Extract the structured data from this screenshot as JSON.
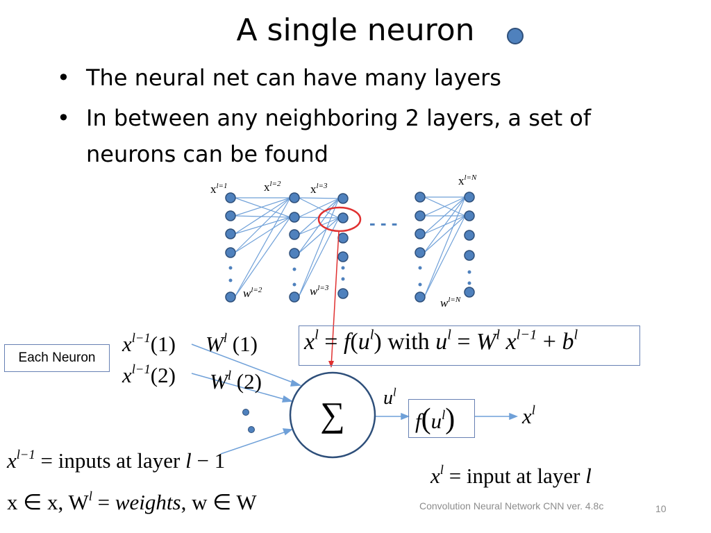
{
  "title": "A single neuron",
  "bullets": [
    "The neural net can have many layers",
    "In between any neighboring 2 layers, a set of neurons can be found"
  ],
  "network": {
    "layer_labels": {
      "l1": "x",
      "l1_sup": "l=1",
      "l2": "x",
      "l2_sup": "l=2",
      "l3": "x",
      "l3_sup": "l=3",
      "lN": "x",
      "lN_sup": "l=N"
    },
    "weight_labels": {
      "w2": "w",
      "w2_sup": "l=2",
      "w3": "w",
      "w3_sup": "l=3",
      "wN": "w",
      "wN_sup": "l=N"
    },
    "ellipsis": "- - -"
  },
  "equation": {
    "x": "x",
    "l": "l",
    "eq": " = ",
    "f": "f",
    "u": "u",
    "with": " with ",
    "W": "W",
    "lminus1": "l−1",
    "b": "b",
    "plus": " + "
  },
  "each_neuron_label": "Each Neuron",
  "neuron": {
    "sum_symbol": "∑",
    "in1_x": "x",
    "in1_sup": "l−1",
    "in1_idx": "(1)",
    "w1": "W",
    "w1_sup": "l",
    "w1_idx": "(1)",
    "in2_x": "x",
    "in2_sup": "l−1",
    "in2_idx": "(2)",
    "w2": "W",
    "w2_sup": "l",
    "w2_idx": "(2)",
    "u": "u",
    "u_sup": "l",
    "f": "f",
    "out": "x",
    "out_sup": "l"
  },
  "definitions": {
    "inputs_x": "x",
    "inputs_sup": "l−1",
    "inputs_text": " = inputs at layer ",
    "inputs_l": "l",
    "inputs_tail": " − 1",
    "weights_text": "x ∈ x, W",
    "weights_sup": "l",
    "weights_eq": " = ",
    "weights_it": "weights",
    "weights_tail": ", w ∈ W",
    "input_x": "x",
    "input_sup": "l",
    "input_text": " = input at layer ",
    "input_l": "l"
  },
  "footer": "Convolution Neural Network CNN ver. 4.8c",
  "page_number": "10",
  "colors": {
    "node_fill": "#4f81bd",
    "node_stroke": "#2e4f7a",
    "edge": "#6fa0d8",
    "highlight": "#e03030",
    "box": "#6680b3"
  }
}
